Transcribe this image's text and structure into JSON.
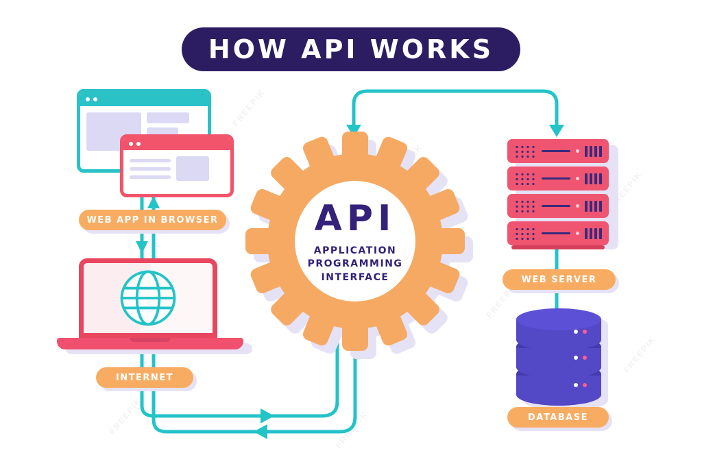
{
  "title": "HOW API WORKS",
  "watermark": "FREEPIK",
  "badges": {
    "web_app": "WEB APP IN BROWSER",
    "internet": "INTERNET",
    "web_server": "WEB SERVER",
    "database": "DATABASE"
  },
  "gear": {
    "acronym": "API",
    "subtitle_lines": [
      "APPLICATION",
      "PROGRAMMING",
      "INTERFACE"
    ]
  },
  "colors": {
    "title_bg": "#2c1d63",
    "badge_orange": "#f8ac62",
    "gear_orange": "#f6a963",
    "teal": "#23c3c8",
    "pink": "#ef5571",
    "database_purple": "#5348c6",
    "text_purple": "#33217a",
    "shadow_lavender": "#e6e2f6"
  }
}
